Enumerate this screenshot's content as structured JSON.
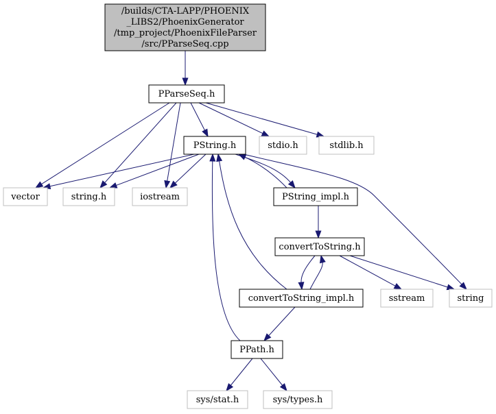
{
  "graph": {
    "colors": {
      "root_fill": "#bfbfbf",
      "root_border": "#000000",
      "local_border": "#000000",
      "system_border": "#bfbfbf",
      "node_fill": "#ffffff",
      "edge": "#191970"
    },
    "nodes": [
      {
        "id": "root",
        "kind": "root",
        "lines": [
          "/builds/CTA-LAPP/PHOENIX",
          "_LIBS2/PhoenixGenerator",
          "/tmp_project/PhoenixFileParser",
          "/src/PParseSeq.cpp"
        ]
      },
      {
        "id": "pparseseq_h",
        "kind": "local",
        "lines": [
          "PParseSeq.h"
        ]
      },
      {
        "id": "pstring_h",
        "kind": "local",
        "lines": [
          "PString.h"
        ]
      },
      {
        "id": "stdio_h",
        "kind": "system",
        "lines": [
          "stdio.h"
        ]
      },
      {
        "id": "stdlib_h",
        "kind": "system",
        "lines": [
          "stdlib.h"
        ]
      },
      {
        "id": "vector",
        "kind": "system",
        "lines": [
          "vector"
        ]
      },
      {
        "id": "string_h",
        "kind": "system",
        "lines": [
          "string.h"
        ]
      },
      {
        "id": "iostream",
        "kind": "system",
        "lines": [
          "iostream"
        ]
      },
      {
        "id": "pstring_impl_h",
        "kind": "local",
        "lines": [
          "PString_impl.h"
        ]
      },
      {
        "id": "converttostring_h",
        "kind": "local",
        "lines": [
          "convertToString.h"
        ]
      },
      {
        "id": "converttostring_impl_h",
        "kind": "local",
        "lines": [
          "convertToString_impl.h"
        ]
      },
      {
        "id": "sstream",
        "kind": "system",
        "lines": [
          "sstream"
        ]
      },
      {
        "id": "string",
        "kind": "system",
        "lines": [
          "string"
        ]
      },
      {
        "id": "ppath_h",
        "kind": "local",
        "lines": [
          "PPath.h"
        ]
      },
      {
        "id": "sys_stat_h",
        "kind": "system",
        "lines": [
          "sys/stat.h"
        ]
      },
      {
        "id": "sys_types_h",
        "kind": "system",
        "lines": [
          "sys/types.h"
        ]
      }
    ],
    "edges": [
      {
        "from": "root",
        "to": "pparseseq_h"
      },
      {
        "from": "pparseseq_h",
        "to": "pstring_h"
      },
      {
        "from": "pparseseq_h",
        "to": "stdio_h"
      },
      {
        "from": "pparseseq_h",
        "to": "stdlib_h"
      },
      {
        "from": "pparseseq_h",
        "to": "vector"
      },
      {
        "from": "pparseseq_h",
        "to": "string_h"
      },
      {
        "from": "pparseseq_h",
        "to": "iostream"
      },
      {
        "from": "pstring_h",
        "to": "vector"
      },
      {
        "from": "pstring_h",
        "to": "string_h"
      },
      {
        "from": "pstring_h",
        "to": "iostream"
      },
      {
        "from": "pstring_h",
        "to": "string"
      },
      {
        "from": "pstring_h",
        "to": "pstring_impl_h"
      },
      {
        "from": "pstring_impl_h",
        "to": "pstring_h"
      },
      {
        "from": "pstring_impl_h",
        "to": "converttostring_h"
      },
      {
        "from": "converttostring_h",
        "to": "converttostring_impl_h"
      },
      {
        "from": "converttostring_h",
        "to": "sstream"
      },
      {
        "from": "converttostring_h",
        "to": "string"
      },
      {
        "from": "converttostring_impl_h",
        "to": "converttostring_h"
      },
      {
        "from": "converttostring_impl_h",
        "to": "pstring_h"
      },
      {
        "from": "converttostring_impl_h",
        "to": "ppath_h"
      },
      {
        "from": "ppath_h",
        "to": "pstring_h"
      },
      {
        "from": "ppath_h",
        "to": "sys_stat_h"
      },
      {
        "from": "ppath_h",
        "to": "sys_types_h"
      }
    ]
  }
}
